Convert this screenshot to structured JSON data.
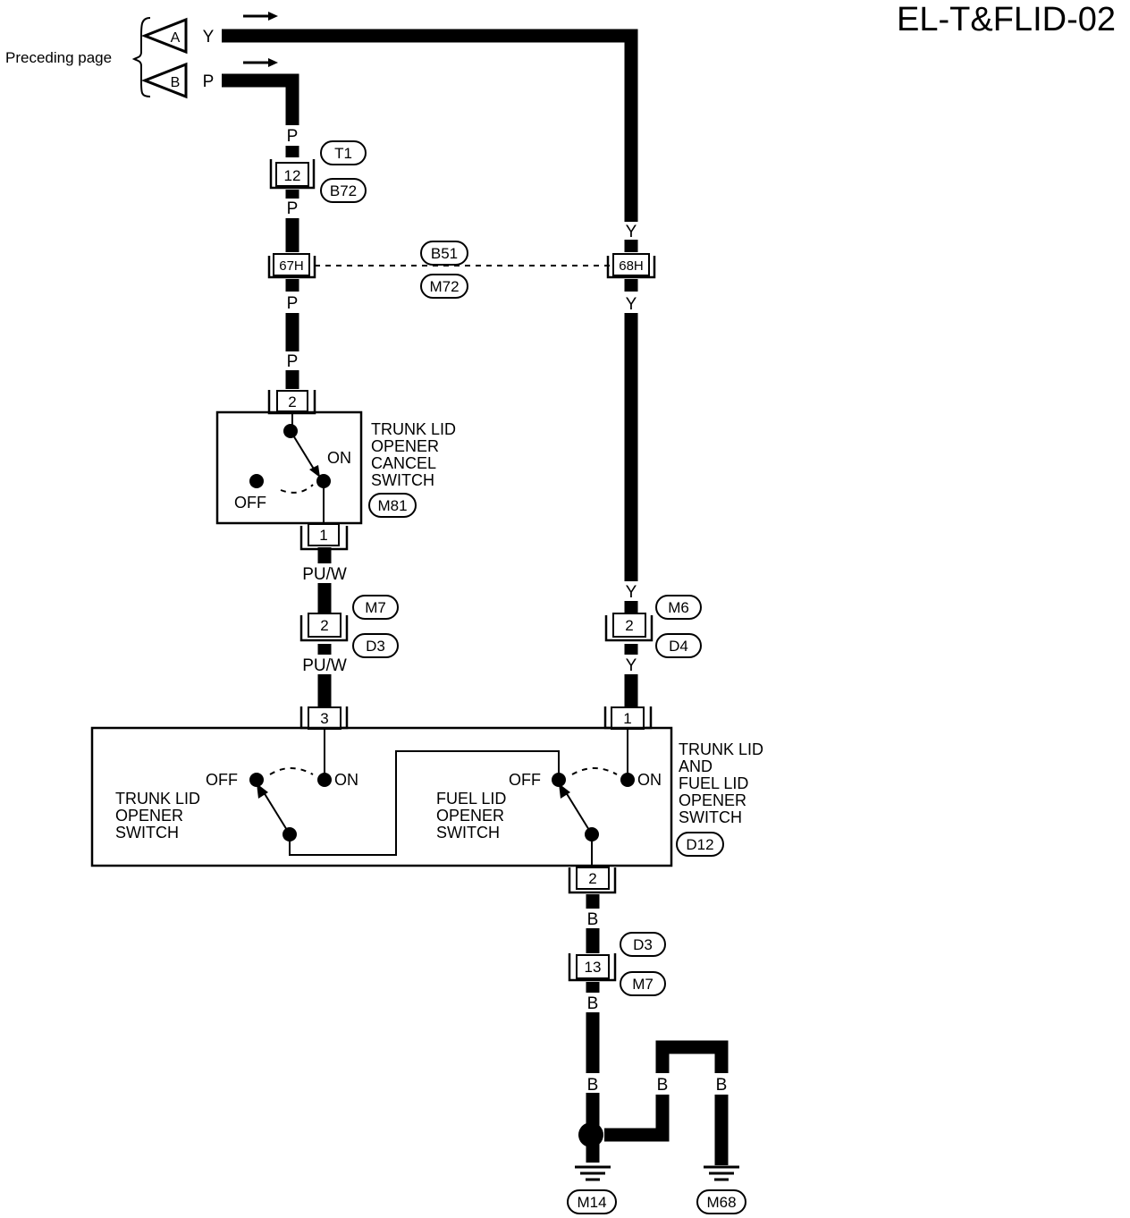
{
  "page_code": "EL-T&FLID-02",
  "preceding": {
    "label": "Preceding page",
    "connectors": [
      {
        "id": "A",
        "wire": "Y"
      },
      {
        "id": "B",
        "wire": "P"
      }
    ]
  },
  "wire_colors": {
    "pink": "P",
    "yellow": "Y",
    "purple_white": "PU/W",
    "black": "B"
  },
  "connectors": {
    "t1": "T1",
    "b72": "B72",
    "b51": "B51",
    "m72": "M72",
    "m81": "M81",
    "m7": "M7",
    "d3": "D3",
    "m6": "M6",
    "d4": "D4",
    "d12": "D12",
    "m14": "M14",
    "m68": "M68"
  },
  "terminals": {
    "t12": "12",
    "t67h": "67H",
    "t68h": "68H",
    "cancel_in": "2",
    "cancel_out": "1",
    "jc_pu_w": "2",
    "jc_y": "2",
    "sw_in3": "3",
    "sw_in1": "1",
    "sw_out2": "2",
    "gnd_jc": "13"
  },
  "components": {
    "cancel_switch": {
      "name": [
        "TRUNK LID",
        "OPENER",
        "CANCEL",
        "SWITCH"
      ],
      "on": "ON",
      "off": "OFF"
    },
    "main_switch": {
      "name": [
        "TRUNK LID",
        "AND",
        "FUEL LID",
        "OPENER",
        "SWITCH"
      ]
    },
    "trunk_switch": {
      "name": [
        "TRUNK LID",
        "OPENER",
        "SWITCH"
      ],
      "on": "ON",
      "off": "OFF"
    },
    "fuel_switch": {
      "name": [
        "FUEL LID",
        "OPENER",
        "SWITCH"
      ],
      "on": "ON",
      "off": "OFF"
    }
  }
}
